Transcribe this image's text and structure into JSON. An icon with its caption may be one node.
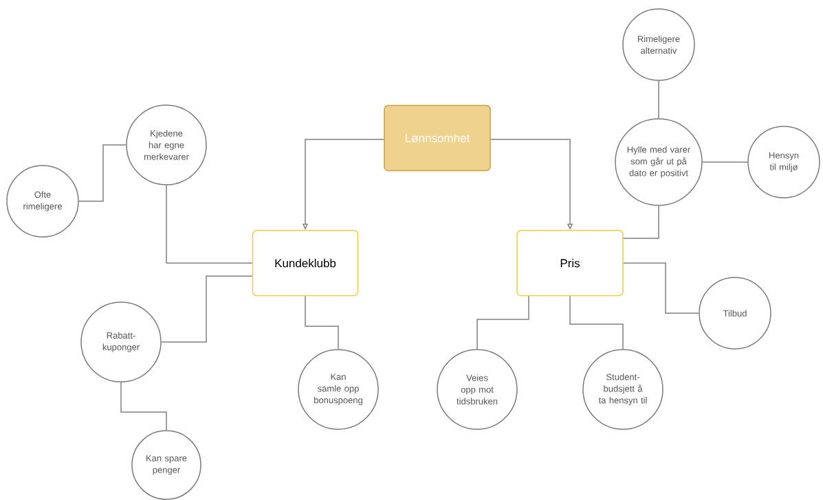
{
  "diagram": {
    "nodes": [
      {
        "text": [
          "Lønnsomhet"
        ]
      },
      {
        "text": [
          "Kundeklubb"
        ]
      },
      {
        "text": [
          "Pris"
        ]
      },
      {
        "text": [
          "Kjedene har egne merkevarer"
        ]
      },
      {
        "text": [
          "Ofte rimeligere"
        ]
      },
      {
        "text": [
          "Rabatt-kuponger"
        ]
      },
      {
        "text": [
          "Kan spare penger"
        ]
      },
      {
        "text": [
          "Kan samle opp bonuspoeng"
        ]
      },
      {
        "text": [
          "Rimeligere alternativ"
        ]
      },
      {
        "text": [
          "Hylle med varer som går ut på dato er positivt"
        ]
      },
      {
        "text": [
          "Hensyn til miljø"
        ]
      },
      {
        "text": [
          "Tilbud"
        ]
      },
      {
        "text": [
          "Veies opp mot tidsbruken"
        ]
      },
      {
        "text": [
          "Student-budsjett å ta hensyn til"
        ]
      }
    ],
    "edges": [
      {
        "from": 0,
        "to": 1,
        "arrow": "to"
      },
      {
        "from": 0,
        "to": 2,
        "arrow": "to"
      },
      {
        "from": 1,
        "to": 3,
        "arrow": "none"
      },
      {
        "from": 3,
        "to": 4,
        "arrow": "none"
      },
      {
        "from": 1,
        "to": 5,
        "arrow": "none"
      },
      {
        "from": 5,
        "to": 6,
        "arrow": "none"
      },
      {
        "from": 1,
        "to": 7,
        "arrow": "none"
      },
      {
        "from": 9,
        "to": 8,
        "arrow": "none"
      },
      {
        "from": 9,
        "to": 10,
        "arrow": "none"
      },
      {
        "from": 2,
        "to": 9,
        "arrow": "none"
      },
      {
        "from": 2,
        "to": 11,
        "arrow": "none"
      },
      {
        "from": 2,
        "to": 12,
        "arrow": "none"
      },
      {
        "from": 2,
        "to": 13,
        "arrow": "none"
      }
    ]
  }
}
